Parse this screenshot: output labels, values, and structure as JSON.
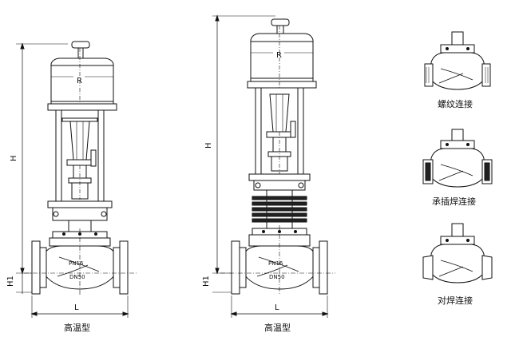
{
  "drawings": {
    "left": {
      "caption": "高温型",
      "actuator_label": "R",
      "height_label": "H",
      "offset_label": "H1",
      "length_label": "L",
      "pressure_mark": "PN16",
      "size_mark": "DN50"
    },
    "middle": {
      "caption": "高温型",
      "actuator_label": "R",
      "height_label": "H",
      "offset_label": "H1",
      "length_label": "L",
      "pressure_mark": "PN16",
      "size_mark": "DN50"
    }
  },
  "connections": [
    {
      "caption": "螺纹连接"
    },
    {
      "caption": "承插焊连接"
    },
    {
      "caption": "对焊连接"
    }
  ],
  "colors": {
    "line": "#111111",
    "fill": "#ffffff",
    "dark": "#222222"
  }
}
